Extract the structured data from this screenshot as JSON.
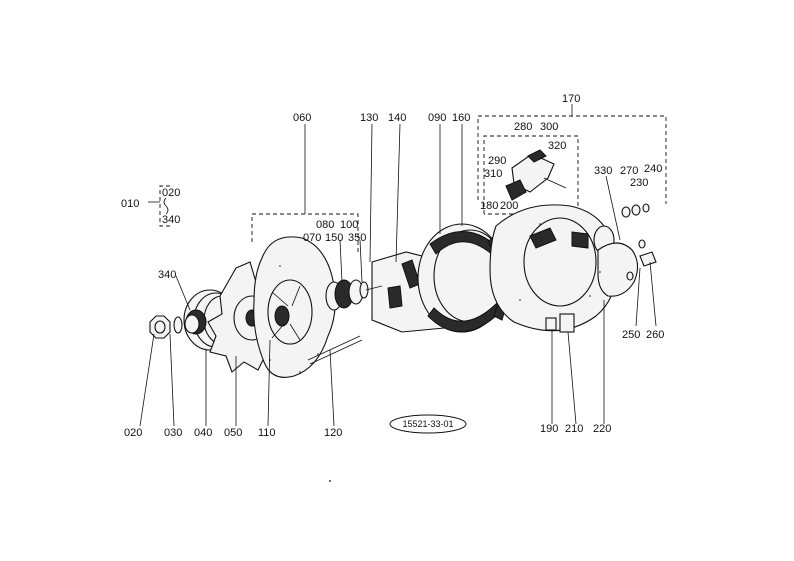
{
  "diagram": {
    "drawing_code": "15521-33-01",
    "callouts": {
      "c010": "010",
      "c020_top": "020",
      "c340_top": "340",
      "c340": "340",
      "c020": "020",
      "c030": "030",
      "c040": "040",
      "c050": "050",
      "c060": "060",
      "c070": "070",
      "c080": "080",
      "c100": "100",
      "c110": "110",
      "c120": "120",
      "c130": "130",
      "c140": "140",
      "c150": "150",
      "c350": "350",
      "c090": "090",
      "c160": "160",
      "c170": "170",
      "c180": "180",
      "c190": "190",
      "c200": "200",
      "c210": "210",
      "c220": "220",
      "c230": "230",
      "c240": "240",
      "c250": "250",
      "c260": "260",
      "c270": "270",
      "c280": "280",
      "c290": "290",
      "c300": "300",
      "c310": "310",
      "c320": "320",
      "c330": "330"
    }
  }
}
